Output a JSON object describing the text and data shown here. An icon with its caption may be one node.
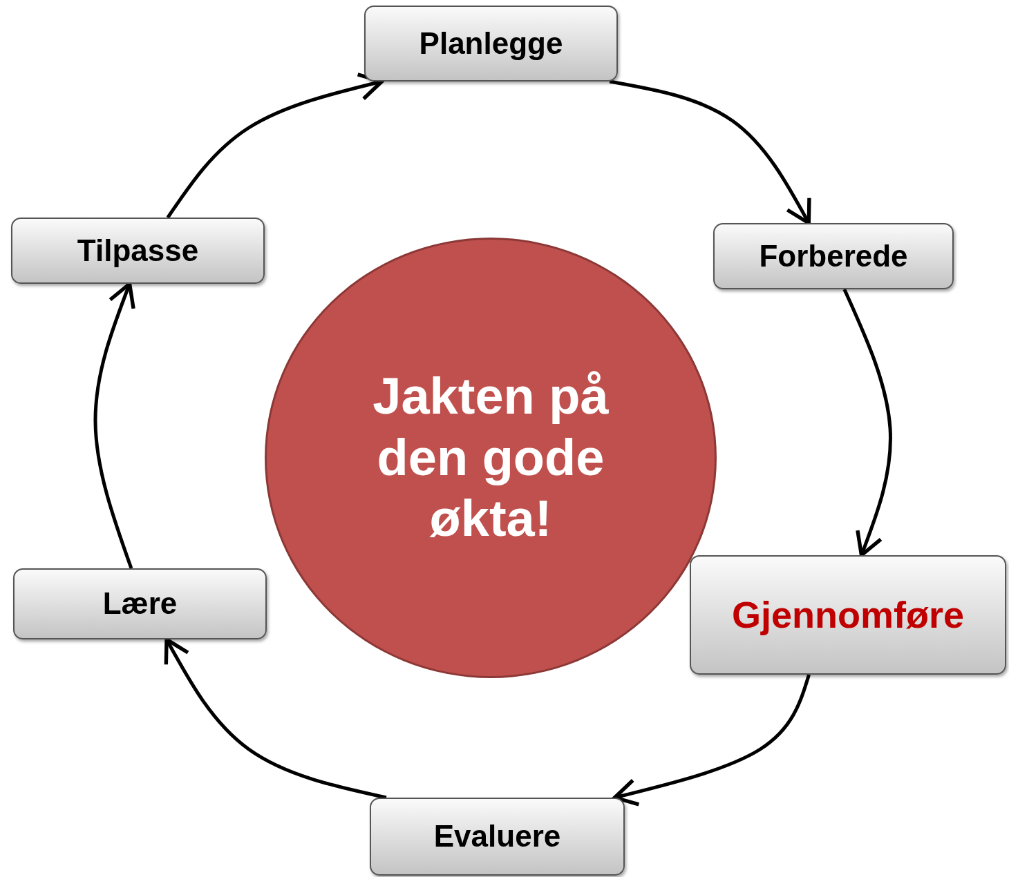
{
  "diagram": {
    "nodes": [
      {
        "text": [
          "Planlegge"
        ]
      },
      {
        "text": [
          "Forberede"
        ]
      },
      {
        "text": [
          "Gjennomføre"
        ]
      },
      {
        "text": [
          "Evaluere"
        ]
      },
      {
        "text": [
          "Lære"
        ]
      },
      {
        "text": [
          "Tilpasse"
        ]
      },
      {
        "text": [
          "Jakten på den gode økta!"
        ]
      }
    ],
    "edges": [
      {
        "from": 0,
        "to": 1,
        "arrow": "to"
      },
      {
        "from": 1,
        "to": 2,
        "arrow": "to"
      },
      {
        "from": 2,
        "to": 3,
        "arrow": "to"
      },
      {
        "from": 3,
        "to": 4,
        "arrow": "to"
      },
      {
        "from": 4,
        "to": 5,
        "arrow": "to"
      },
      {
        "from": 5,
        "to": 0,
        "arrow": "to"
      }
    ]
  }
}
